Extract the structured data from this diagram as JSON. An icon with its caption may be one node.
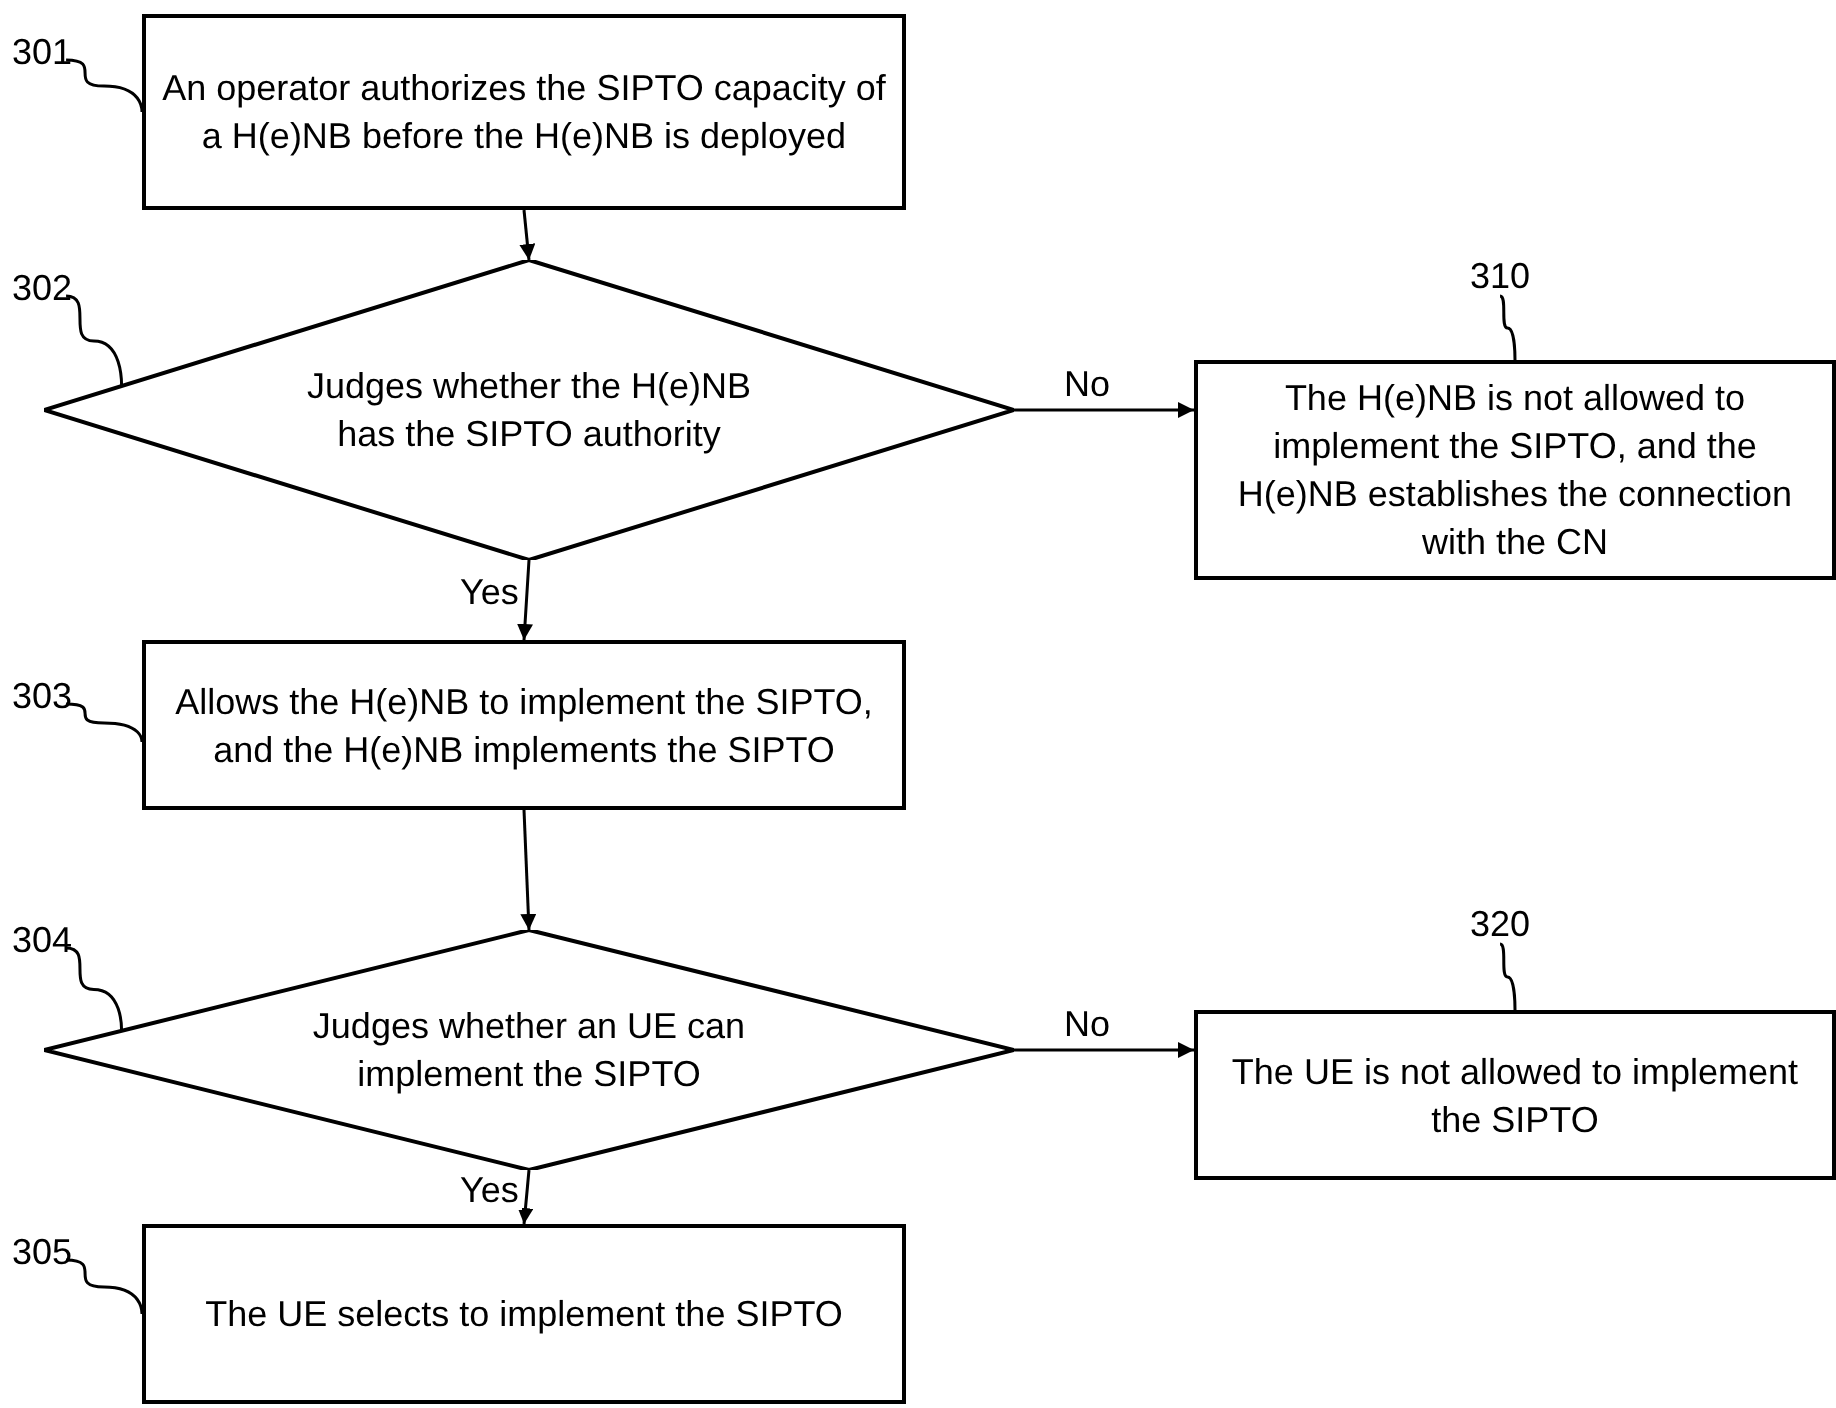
{
  "diagram": {
    "nodes": [
      {
        "text": [
          "301"
        ]
      },
      {
        "text": [
          "An operator authorizes the SIPTO capacity of a H(e)NB before the H(e)NB is deployed"
        ]
      },
      {
        "text": [
          "302"
        ]
      },
      {
        "text": [
          "Judges whether the H(e)NB has the SIPTO authority"
        ]
      },
      {
        "text": [
          "310"
        ]
      },
      {
        "text": [
          "The H(e)NB is not allowed to implement the SIPTO, and the H(e)NB establishes the connection with the CN"
        ]
      },
      {
        "text": [
          "303"
        ]
      },
      {
        "text": [
          "Allows the H(e)NB to implement the SIPTO, and the H(e)NB implements the SIPTO"
        ]
      },
      {
        "text": [
          "304"
        ]
      },
      {
        "text": [
          "Judges whether an UE can implement the SIPTO"
        ]
      },
      {
        "text": [
          "320"
        ]
      },
      {
        "text": [
          "The UE is not allowed to implement the SIPTO"
        ]
      },
      {
        "text": [
          "305"
        ]
      },
      {
        "text": [
          "The UE selects to implement the SIPTO"
        ]
      }
    ],
    "edges": [
      {
        "from": 1,
        "to": 3,
        "arrow": "to"
      },
      {
        "from": 3,
        "to": 5,
        "arrow": "to",
        "label": "No"
      },
      {
        "from": 3,
        "to": 7,
        "arrow": "to",
        "label": "Yes"
      },
      {
        "from": 7,
        "to": 9,
        "arrow": "to"
      },
      {
        "from": 9,
        "to": 11,
        "arrow": "to",
        "label": "No"
      },
      {
        "from": 9,
        "to": 13,
        "arrow": "to",
        "label": "Yes"
      },
      {
        "from": 0,
        "to": 1,
        "arrow": "none"
      },
      {
        "from": 2,
        "to": 3,
        "arrow": "none"
      },
      {
        "from": 4,
        "to": 5,
        "arrow": "none"
      },
      {
        "from": 6,
        "to": 7,
        "arrow": "none"
      },
      {
        "from": 8,
        "to": 9,
        "arrow": "none"
      },
      {
        "from": 10,
        "to": 11,
        "arrow": "none"
      },
      {
        "from": 12,
        "to": 13,
        "arrow": "none"
      }
    ]
  }
}
